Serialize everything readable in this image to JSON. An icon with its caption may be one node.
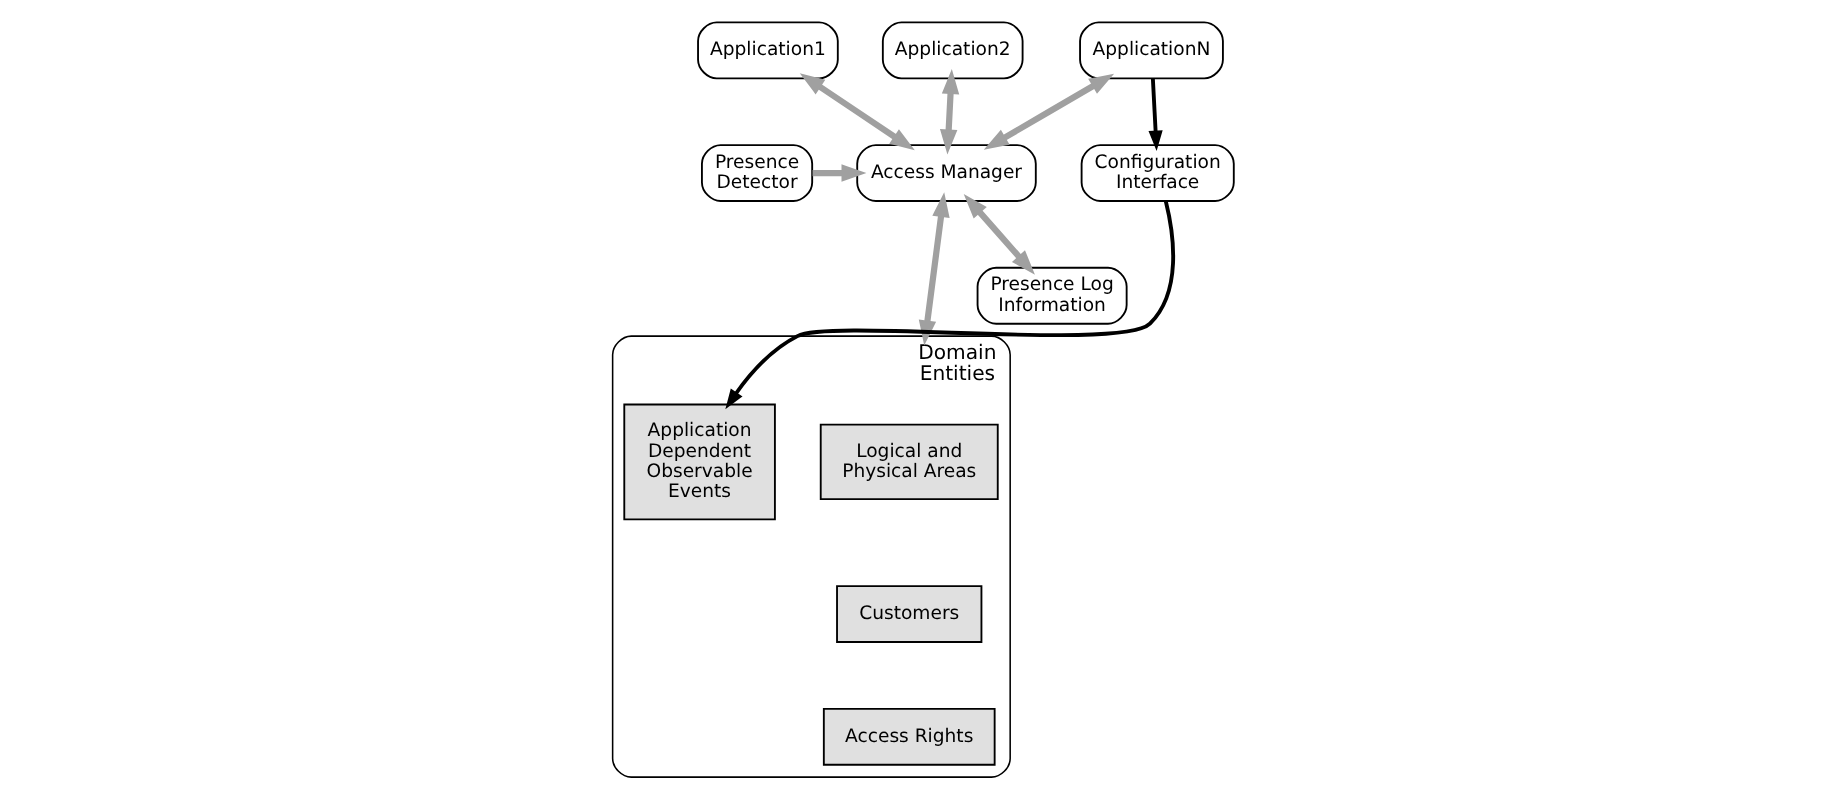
{
  "diagram": {
    "nodes": [
      {
        "text": [
          "Application1"
        ]
      },
      {
        "text": [
          "Application2"
        ]
      },
      {
        "text": [
          "ApplicationN"
        ]
      },
      {
        "text": [
          "Presence Detector"
        ]
      },
      {
        "text": [
          "Access Manager"
        ]
      },
      {
        "text": [
          "Configuration Interface"
        ]
      },
      {
        "text": [
          "Presence Log Information"
        ]
      },
      {
        "text": [
          "Domain Entities"
        ]
      },
      {
        "text": [
          "Logical and Physical Areas"
        ],
        "in": 7
      },
      {
        "text": [
          "Customers"
        ],
        "in": 7
      },
      {
        "text": [
          "Access Rights"
        ],
        "in": 7
      },
      {
        "text": [
          "Application Dependent Observable Events"
        ],
        "in": 7
      }
    ],
    "edges": [
      {
        "from": 0,
        "to": 4,
        "arrow": "both"
      },
      {
        "from": 1,
        "to": 4,
        "arrow": "both"
      },
      {
        "from": 2,
        "to": 4,
        "arrow": "both"
      },
      {
        "from": 3,
        "to": 4,
        "arrow": "to"
      },
      {
        "from": 4,
        "to": 6,
        "arrow": "both"
      },
      {
        "from": 4,
        "to": 7,
        "arrow": "both"
      },
      {
        "from": 2,
        "to": 5,
        "arrow": "to",
        "color": "#000000"
      },
      {
        "from": 5,
        "to": 11,
        "arrow": "to",
        "color": "#000000"
      }
    ]
  }
}
